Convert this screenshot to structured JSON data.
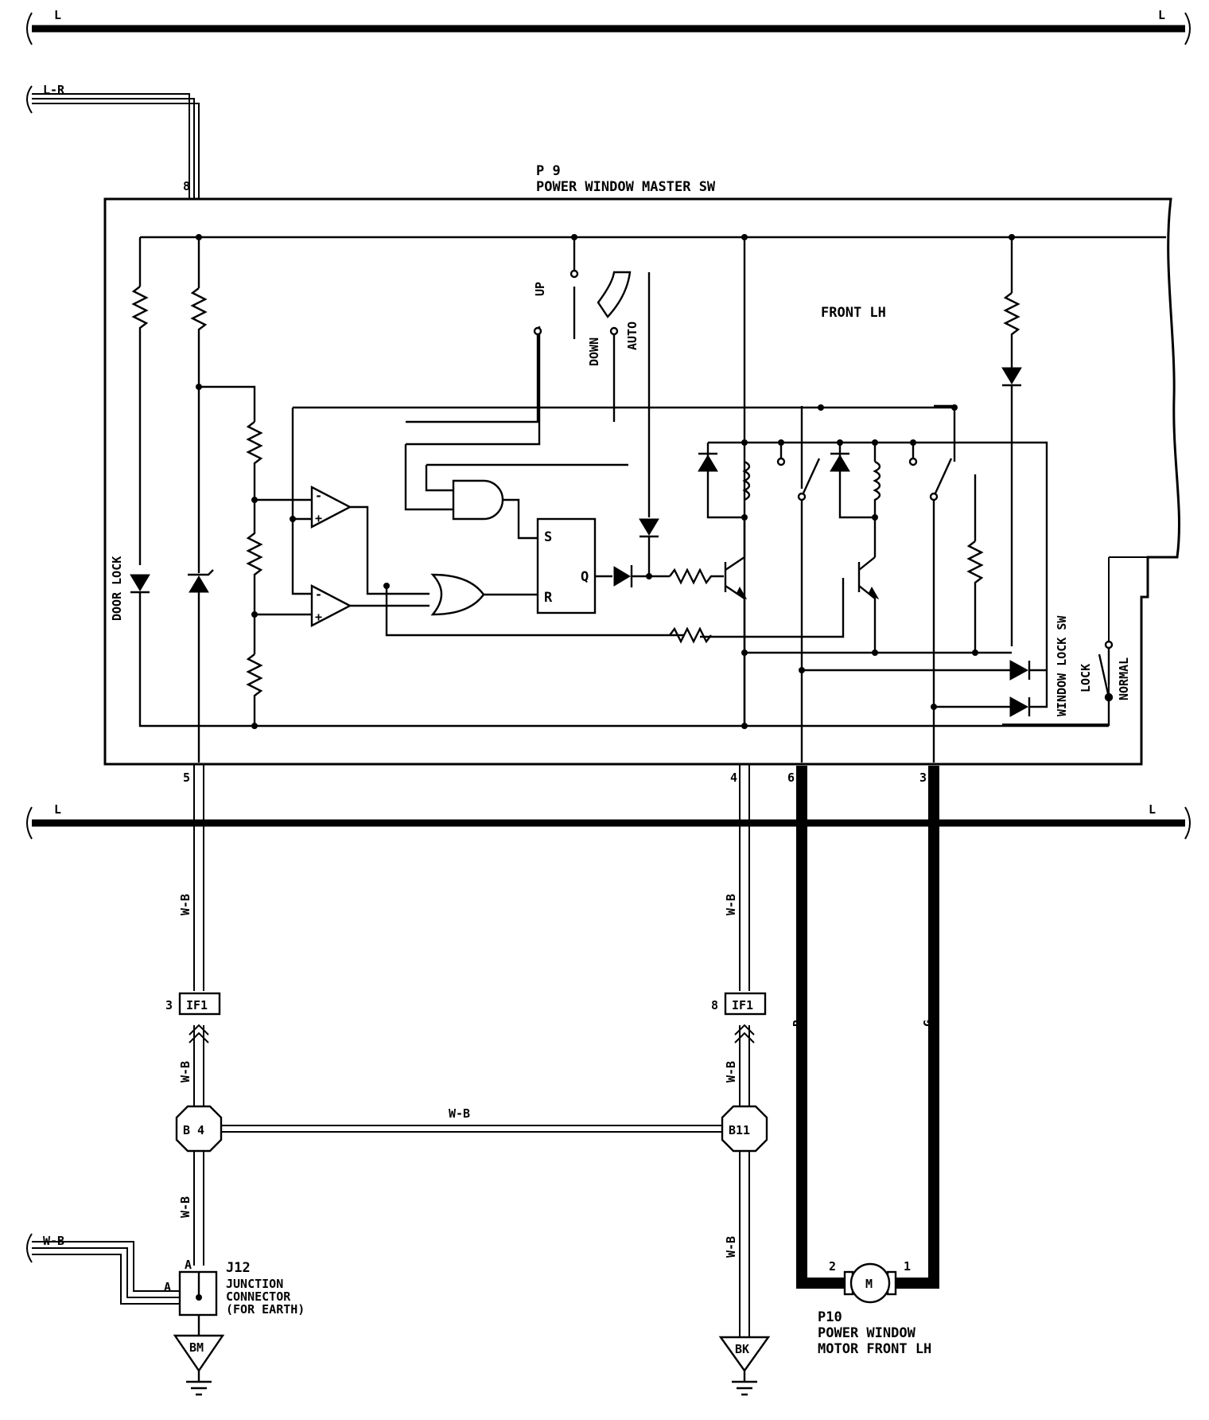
{
  "buses": {
    "top_left": "L",
    "top_right": "L",
    "mid_left": "L",
    "mid_right": "L"
  },
  "feed": {
    "input_wire": "L-R",
    "earth_wire": "W-B"
  },
  "master_switch": {
    "code": "P 9",
    "name": "POWER WINDOW MASTER SW",
    "section": "FRONT LH"
  },
  "switch_labels": {
    "up": "UP",
    "down": "DOWN",
    "auto": "AUTO",
    "door_lock": "DOOR LOCK",
    "window_lock_sw": "WINDOW LOCK SW",
    "lock": "LOCK",
    "normal": "NORMAL",
    "flipflop_s": "S",
    "flipflop_r": "R",
    "flipflop_q": "Q",
    "comp_minus": "-",
    "comp_plus": "+"
  },
  "pins": {
    "p8": "8",
    "p5": "5",
    "p4": "4",
    "p6": "6",
    "p3": "3",
    "m2": "2",
    "m1": "1",
    "if_left": "3",
    "if_right": "8",
    "j_a_top": "A",
    "j_a_left": "A"
  },
  "wires": {
    "left_vertical": "W-B",
    "right_vertical": "W-B",
    "left_lower": "W-B",
    "right_lower": "W-B",
    "left_bottom": "W-B",
    "right_bottom": "W-B",
    "cross": "W-B",
    "motor_red": "R",
    "motor_green": "G"
  },
  "connectors": {
    "if_left": "IF1",
    "if_right": "IF1",
    "b4": "B 4",
    "b11": "B11"
  },
  "junction": {
    "code": "J12",
    "line1": "JUNCTION",
    "line2": "CONNECTOR",
    "line3": "(FOR EARTH)"
  },
  "grounds": {
    "left": "BM",
    "right": "BK"
  },
  "motor": {
    "symbol": "M",
    "code": "P10",
    "line1": "POWER WINDOW",
    "line2": "MOTOR FRONT LH"
  }
}
